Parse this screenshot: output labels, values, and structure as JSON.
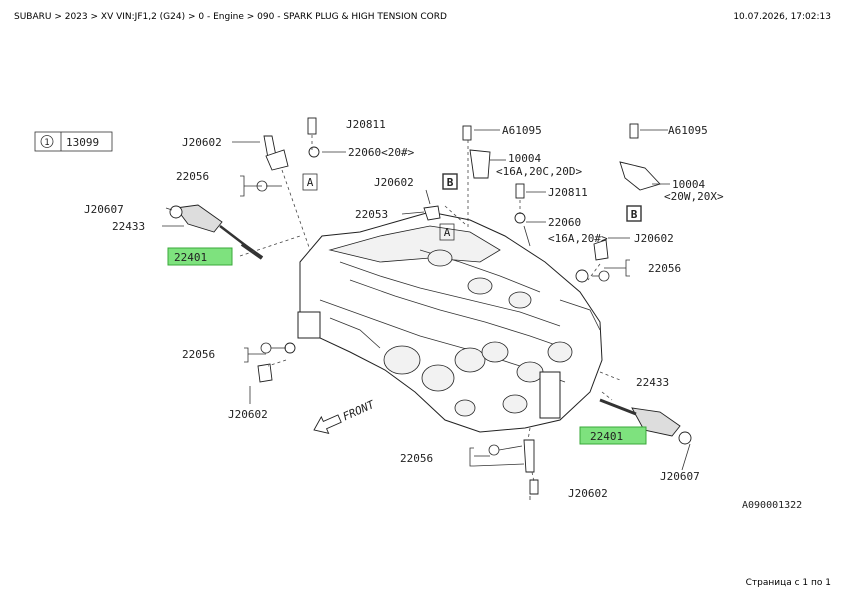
{
  "header": {
    "breadcrumb": "SUBARU > 2023 > XV VIN:JF1,2 (G24) > 0 - Engine > 090 - SPARK PLUG & HIGH TENSION CORD",
    "timestamp": "10.07.2026, 17:02:13"
  },
  "footer": {
    "pager": "Страница с 1 по 1"
  },
  "diagram": {
    "legend_num": "1",
    "legend_code": "13099",
    "image_code": "A090001322",
    "front_label": "FRONT",
    "refs": {
      "A": "A",
      "B": "B"
    },
    "callouts": {
      "j20602_top": "J20602",
      "j20811_top": "J20811",
      "p22060_top": "22060<20#>",
      "a61095_l": "A61095",
      "a61095_r": "A61095",
      "p10004_l1": "10004",
      "p10004_l2": "<16A,20C,20D>",
      "p10004_r1": "10004",
      "p10004_r2": "<20W,20X>",
      "p22056_tl": "22056",
      "j20602_mid": "J20602",
      "j20607_l": "J20607",
      "p22433_l": "22433",
      "p22053": "22053",
      "j20811_mid": "J20811",
      "p22060_mid1": "22060",
      "p22060_mid2": "<16A,20#>",
      "j20602_r": "J20602",
      "p22401_l": "22401",
      "p22056_r": "22056",
      "p22056_ml": "22056",
      "j20602_lb": "J20602",
      "p22433_r": "22433",
      "p22401_r": "22401",
      "p22056_b": "22056",
      "j20607_r": "J20607",
      "j20602_b": "J20602"
    }
  }
}
